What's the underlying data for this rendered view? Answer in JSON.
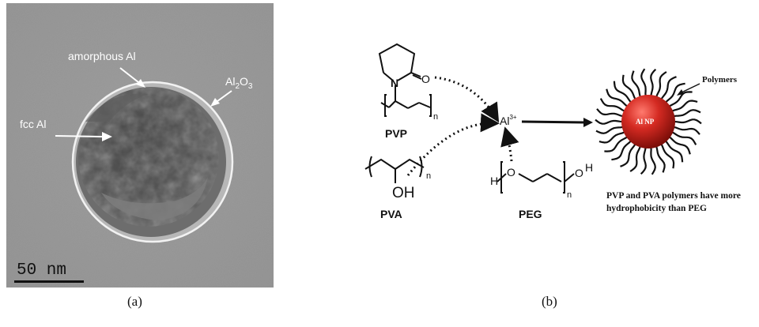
{
  "figure": {
    "panel_a": {
      "caption": "(a)",
      "labels": {
        "amorphous": "amorphous Al",
        "oxide_main": "Al",
        "oxide_sub1": "2",
        "oxide_mid": "O",
        "oxide_sub2": "3",
        "fcc": "fcc Al",
        "scale": "50 nm"
      }
    },
    "panel_b": {
      "caption": "(b)",
      "pvp": {
        "name": "PVP",
        "n": "n",
        "oxygen": "O",
        "nitrogen": "N"
      },
      "pva": {
        "name": "PVA",
        "n": "n",
        "hydroxyl": "OH"
      },
      "peg": {
        "name": "PEG",
        "n": "n",
        "h_left": "H",
        "o_left": "O",
        "o_right": "O",
        "h_right": "H"
      },
      "ion": {
        "symbol": "Al",
        "charge": "3+"
      },
      "nanoparticle": {
        "label": "Al NP"
      },
      "polymers_label": "Polymers",
      "note_line1": "PVP and PVA polymers have more",
      "note_line2": "hydrophobicity than PEG"
    },
    "colors": {
      "tem_background": "#9b9b9b",
      "particle_dark": "#4a4a4a",
      "nanoparticle_red": "#d42a22"
    }
  }
}
